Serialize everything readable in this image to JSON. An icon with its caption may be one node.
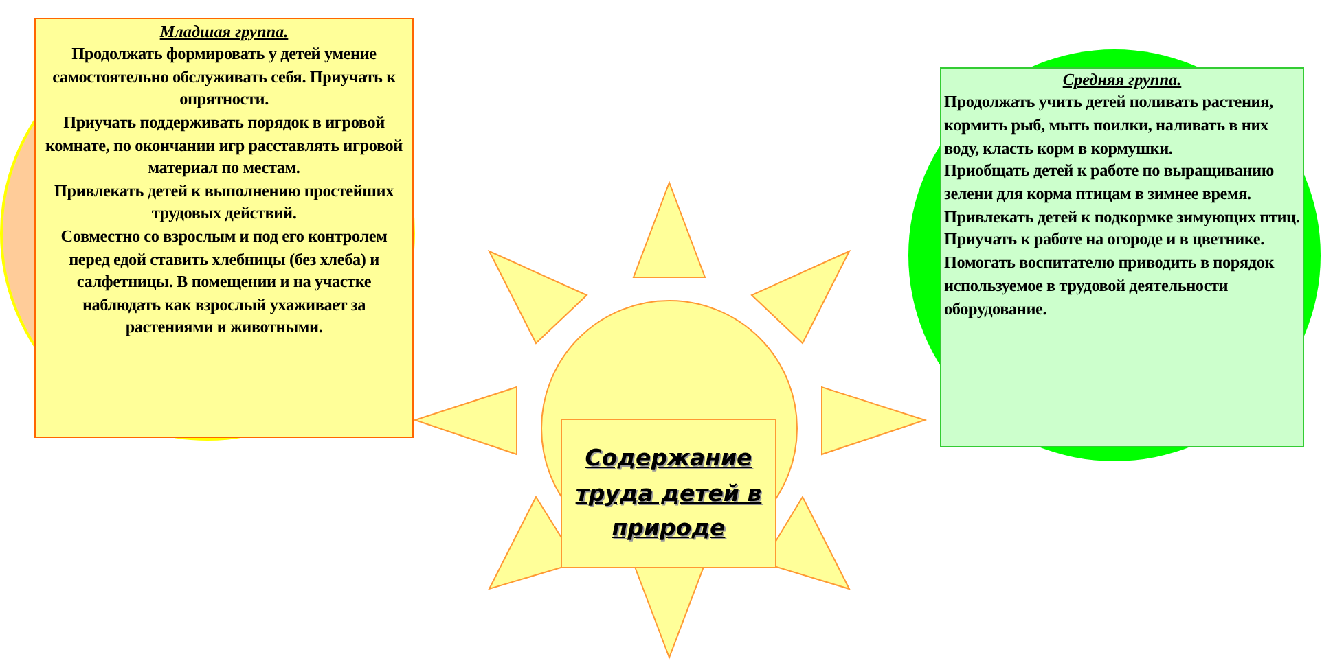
{
  "diagram": {
    "nodes": [
      {
        "text": [
          "Младшая группа.",
          "Продолжать формировать у детей умение самостоятельно обслуживать себя. Приучать к опрятности.",
          "Приучать поддерживать порядок в игровой комнате, по окончании игр расставлять игровой материал по местам.",
          "Привлекать детей к выполнению простейших трудовых действий.",
          "Совместно со взрослым и под его контролем перед едой ставить хлебницы (без хлеба) и салфетницы. В помещении и на участке наблюдать как взрослый ухаживает за растениями и животными."
        ]
      },
      {
        "text": [
          "Средняя группа.",
          "Продолжать учить детей поливать растения, кормить рыб, мыть поилки, наливать в них воду, класть корм в кормушки.",
          "Приобщать детей к работе по выращиванию зелени для корма птицам в зимнее время.",
          "Привлекать детей к подкормке зимующих птиц.",
          "Приучать к работе на огороде и в цветнике.",
          "Помогать воспитателю приводить в порядок используемое в трудовой деятельности оборудование."
        ]
      },
      {
        "text": [
          "Содержание труда детей в природе"
        ]
      }
    ]
  }
}
